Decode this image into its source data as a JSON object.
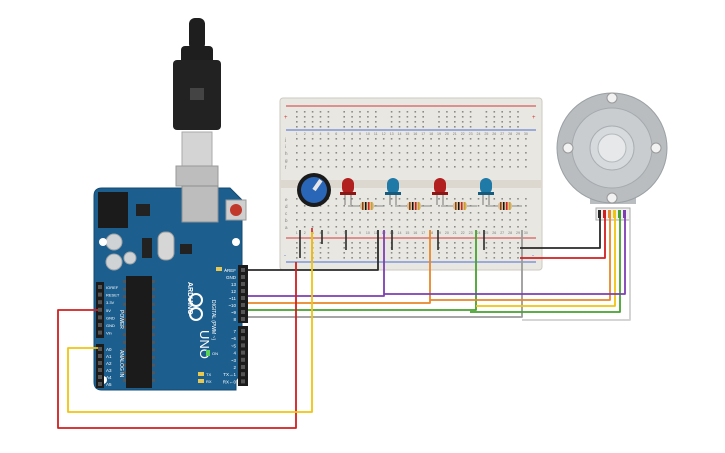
{
  "arduino": {
    "brand": "ARDUINO",
    "model": "UNO",
    "header_power": "POWER",
    "header_analog": "ANALOG IN",
    "header_digital": "DIGITAL (PWM ~)",
    "power_pins": [
      "IOREF",
      "RESET",
      "3.3V",
      "5V",
      "GND",
      "GND",
      "Vin"
    ],
    "analog_pins": [
      "A0",
      "A1",
      "A2",
      "A3",
      "A4",
      "A5"
    ],
    "digital_top": [
      "AREF",
      "GND",
      "13",
      "12",
      "~11",
      "~10",
      "~9",
      "8"
    ],
    "digital_bottom": [
      "7",
      "~6",
      "~5",
      "4",
      "~3",
      "2",
      "TX→1",
      "RX←0"
    ],
    "led_l": "L",
    "led_tx": "TX",
    "led_rx": "RX",
    "led_on": "ON"
  },
  "breadboard": {
    "row_letters_top": [
      "j",
      "i",
      "h",
      "g",
      "f"
    ],
    "row_letters_bottom": [
      "e",
      "d",
      "c",
      "b",
      "a"
    ],
    "column_numbers": [
      "1",
      "2",
      "3",
      "4",
      "5",
      "6",
      "7",
      "8",
      "9",
      "10",
      "11",
      "12",
      "13",
      "14",
      "15",
      "16",
      "17",
      "18",
      "19",
      "20",
      "21",
      "22",
      "23",
      "24",
      "25",
      "26",
      "27",
      "28",
      "29",
      "30"
    ],
    "rail_plus": "+",
    "rail_minus": "-"
  },
  "components": [
    {
      "name": "potentiometer",
      "kind": "potentiometer"
    },
    {
      "name": "led-red-1",
      "kind": "led",
      "color": "#b21f1f"
    },
    {
      "name": "led-blue-1",
      "kind": "led",
      "color": "#1f7aa8"
    },
    {
      "name": "led-red-2",
      "kind": "led",
      "color": "#b21f1f"
    },
    {
      "name": "led-blue-2",
      "kind": "led",
      "color": "#1f7aa8"
    },
    {
      "name": "servo-motor",
      "kind": "servo"
    }
  ],
  "colors": {
    "board": "#1c5f8f",
    "breadboard": "#e9e7e2",
    "wire_red": "#d11f1f",
    "wire_black": "#2a2a2a",
    "wire_yellow": "#f1c40f",
    "wire_purple": "#7d3fb0",
    "wire_orange": "#e8862a",
    "wire_green": "#46a12f",
    "wire_gray": "#9a9a9a",
    "wire_white": "#cfcfcf"
  },
  "wires": [
    {
      "name": "wire-gnd-black",
      "color": "#2a2a2a"
    },
    {
      "name": "wire-pin11-purple",
      "color": "#7d3fb0"
    },
    {
      "name": "wire-pin10-orange",
      "color": "#e8862a"
    },
    {
      "name": "wire-pin9-green",
      "color": "#46a12f"
    },
    {
      "name": "wire-pin8-gray",
      "color": "#9a9a9a"
    },
    {
      "name": "wire-5v-red",
      "color": "#d11f1f"
    },
    {
      "name": "wire-a0-yellow",
      "color": "#f1c40f"
    },
    {
      "name": "wire-servo-black",
      "color": "#2a2a2a"
    },
    {
      "name": "wire-servo-red",
      "color": "#d11f1f"
    },
    {
      "name": "wire-servo-white",
      "color": "#cfcfcf"
    }
  ]
}
